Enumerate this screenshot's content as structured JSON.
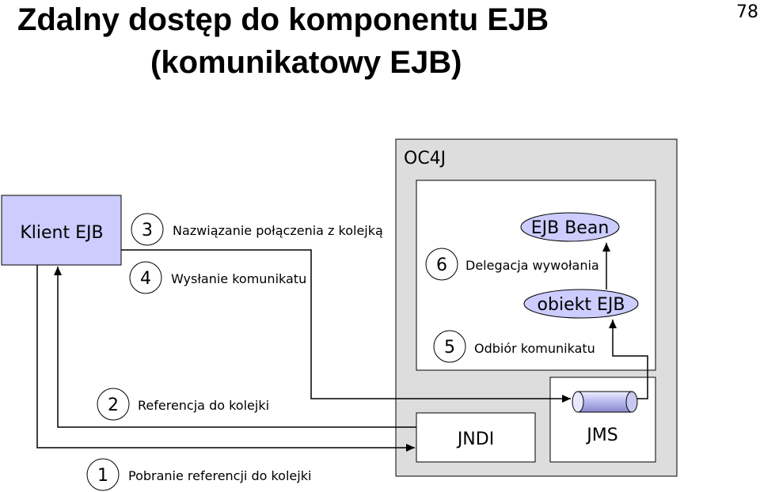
{
  "title": {
    "line1": "Zdalny dostęp do komponentu EJB",
    "line2": "(komunikatowy EJB)"
  },
  "page_number": "78",
  "colors": {
    "client_fill": "#ccccff",
    "container_fill": "#dddddd",
    "bean_fill": "#ccccff",
    "box_fill": "#ffffff",
    "line": "#000000"
  },
  "nodes": {
    "client": "Klient EJB",
    "oc4j": "OC4J",
    "ejb_bean": "EJB Bean",
    "ejb_object": "obiekt EJB",
    "jndi": "JNDI",
    "jms": "JMS"
  },
  "steps": [
    {
      "num": "1",
      "label": "Pobranie referencji do kolejki"
    },
    {
      "num": "2",
      "label": "Referencja do kolejki"
    },
    {
      "num": "3",
      "label": "Nazwiązanie połączenia z kolejką"
    },
    {
      "num": "4",
      "label": "Wysłanie komunikatu"
    },
    {
      "num": "5",
      "label": "Odbiór komunikatu"
    },
    {
      "num": "6",
      "label": "Delegacja wywołania"
    }
  ]
}
